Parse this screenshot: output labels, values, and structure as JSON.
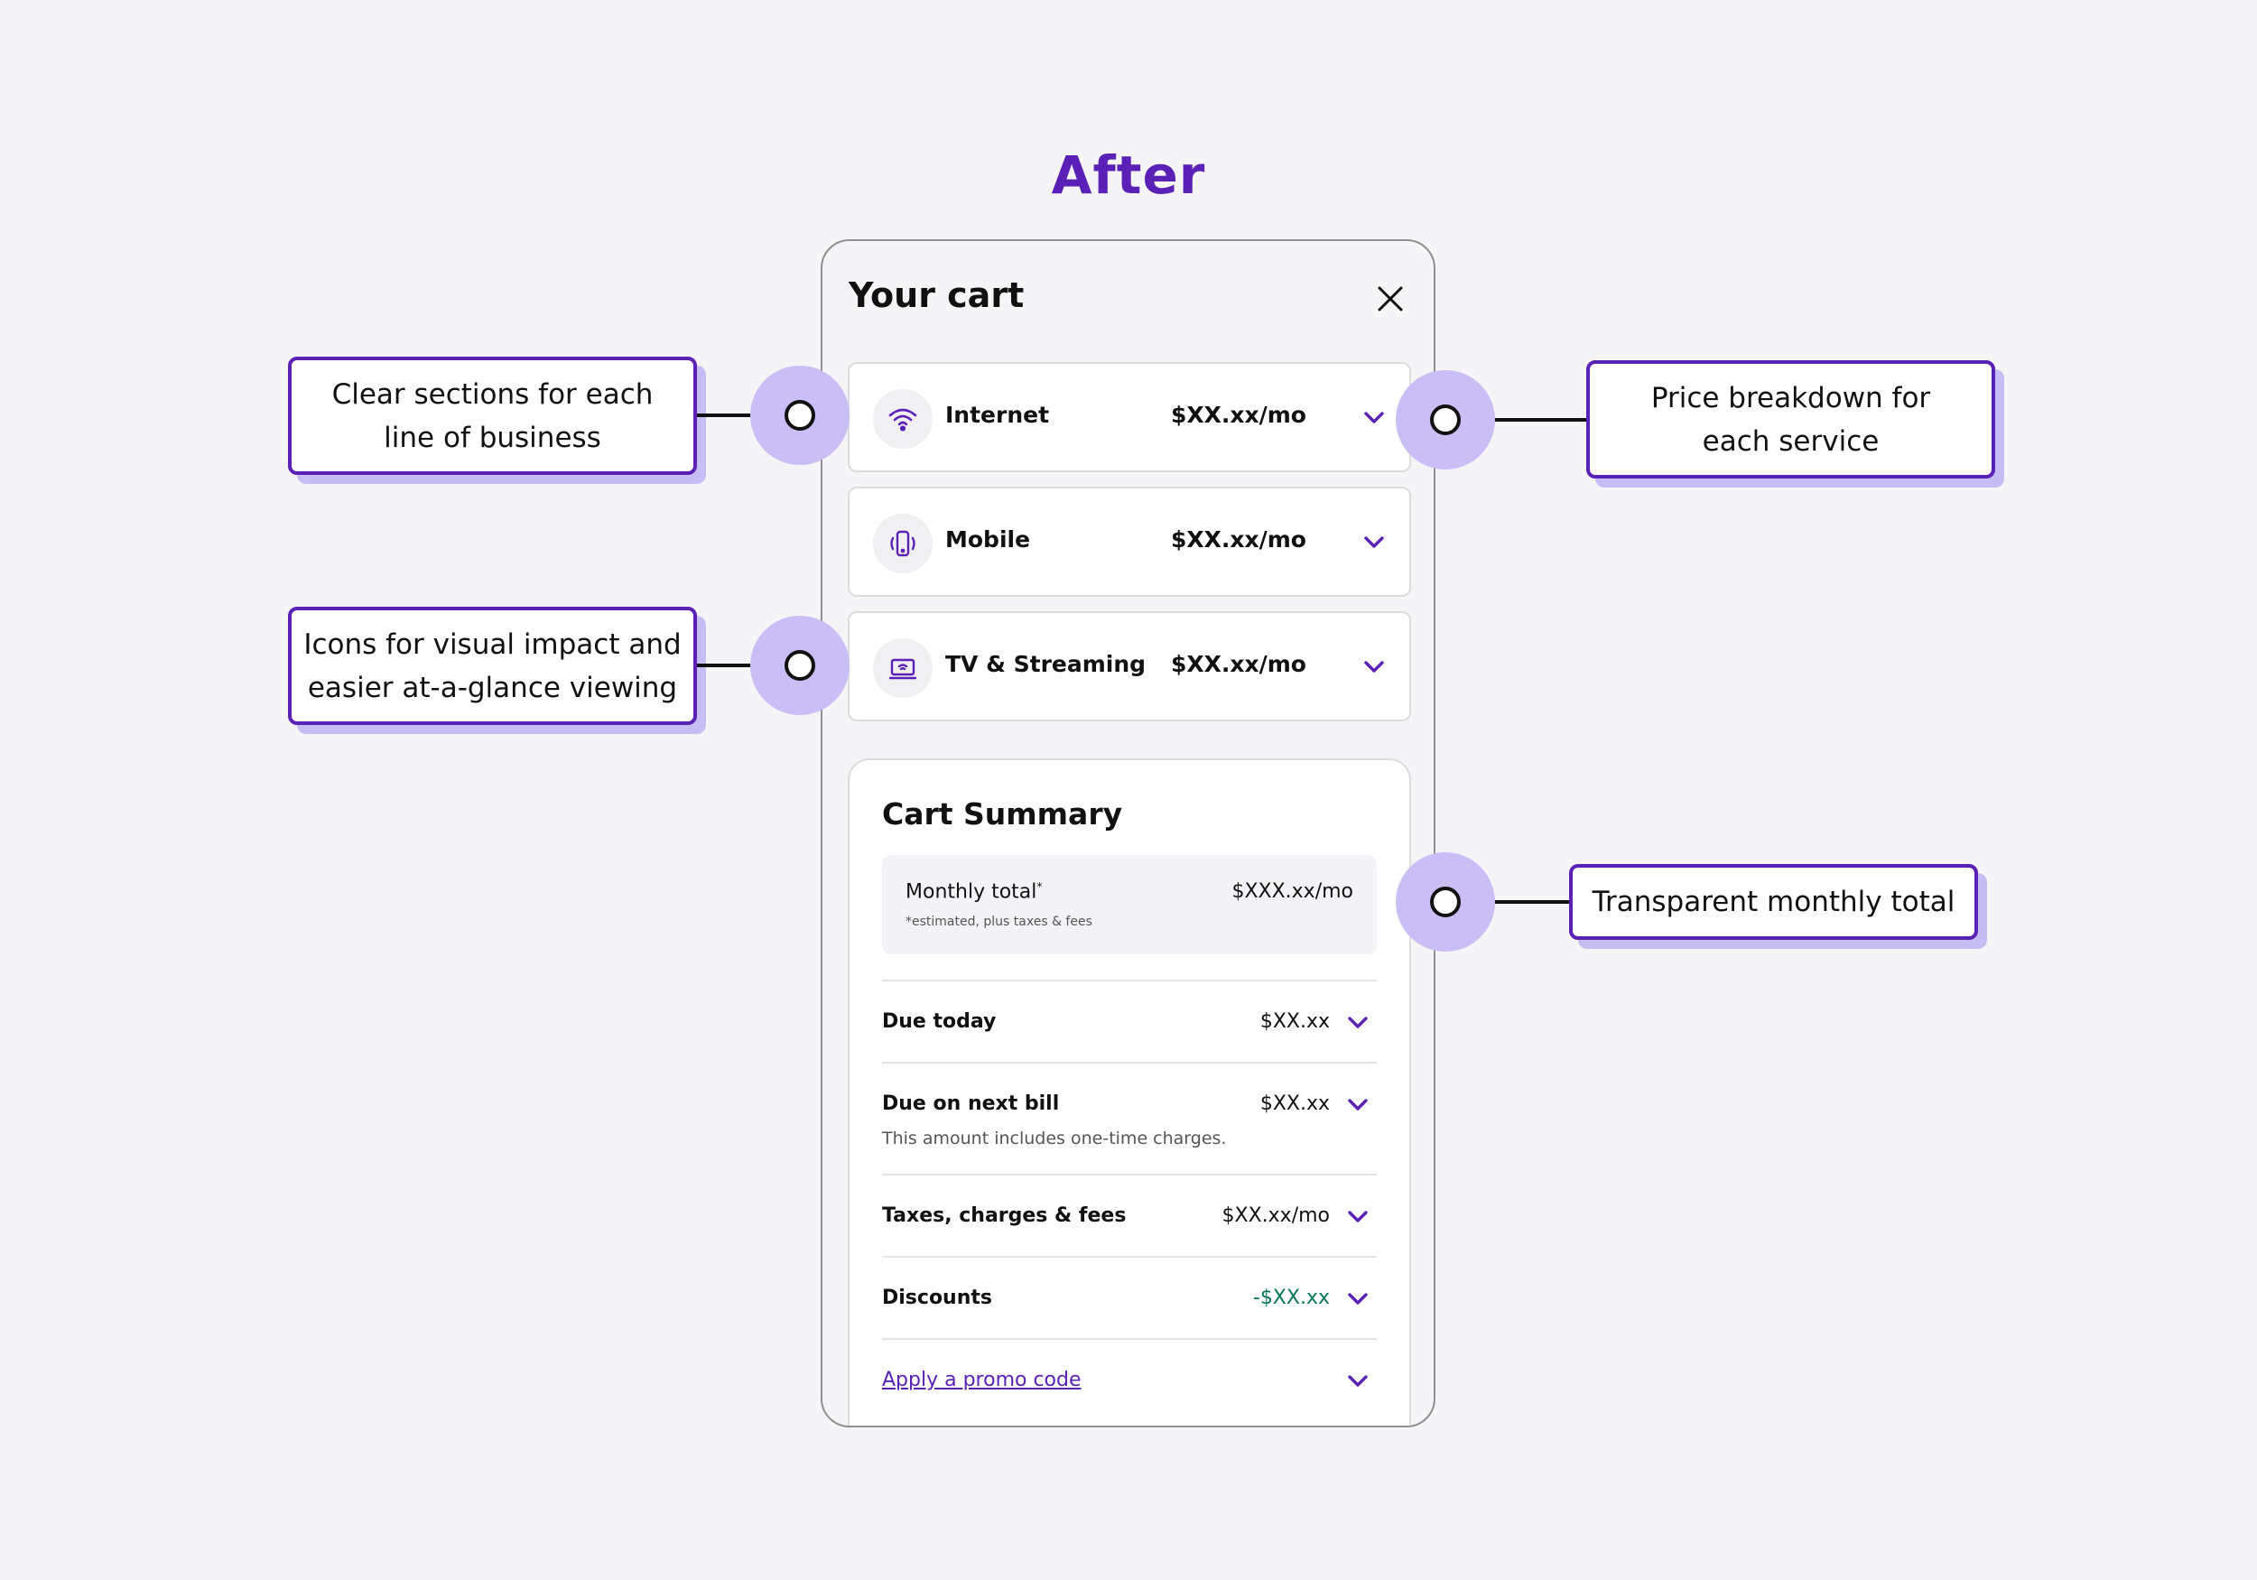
{
  "heading": "After",
  "cart": {
    "title": "Your cart",
    "close_icon": "close-icon",
    "services": [
      {
        "name": "Internet",
        "price": "$XX.xx/mo",
        "icon": "wifi-icon"
      },
      {
        "name": "Mobile",
        "price": "$XX.xx/mo",
        "icon": "mobile-phone-icon"
      },
      {
        "name": "TV & Streaming",
        "price": "$XX.xx/mo",
        "icon": "tv-icon"
      }
    ],
    "summary": {
      "title": "Cart Summary",
      "monthly_label": "Monthly total",
      "monthly_mark": "*",
      "monthly_note": "*estimated, plus taxes & fees",
      "monthly_value": "$XXX.xx/mo",
      "rows": [
        {
          "label": "Due today",
          "value": "$XX.xx"
        },
        {
          "label": "Due on next bill",
          "value": "$XX.xx",
          "sub": "This amount includes one-time charges."
        },
        {
          "label": "Taxes, charges & fees",
          "value": "$XX.xx/mo"
        },
        {
          "label": "Discounts",
          "value": "-$XX.xx"
        }
      ],
      "promo_link": "Apply a promo code"
    }
  },
  "callouts": {
    "sections": "Clear sections for each line of business",
    "icons": "Icons for visual impact and easier at-a-glance viewing",
    "price": "Price breakdown for each service",
    "total": "Transparent monthly total"
  },
  "colors": {
    "accent": "#5b21b6",
    "halo": "#c9bef5",
    "shadow": "#c7bdf5",
    "discount": "#047857",
    "background": "#f5f5f7"
  }
}
